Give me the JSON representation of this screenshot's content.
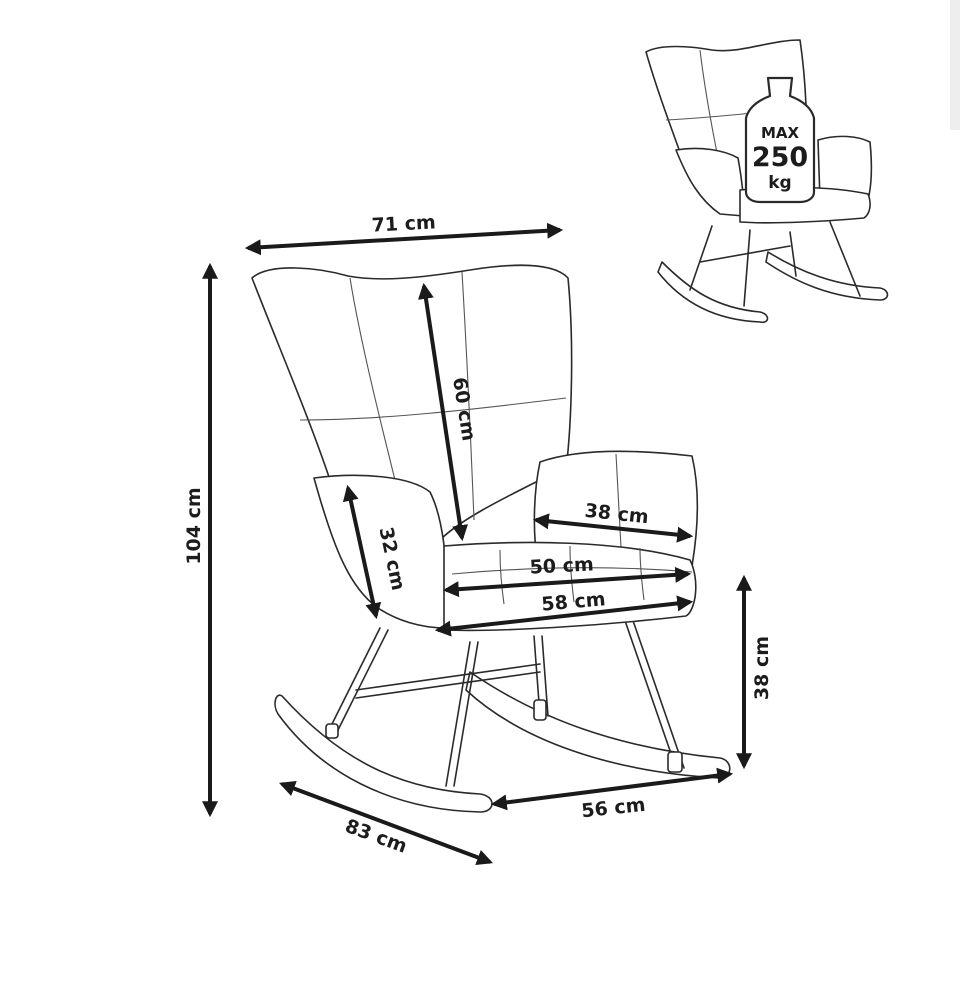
{
  "colors": {
    "ink": "#1a1a1a",
    "line": "#2a2a2a",
    "background": "#ffffff"
  },
  "dimensions": {
    "width_overall": "71 cm",
    "height_overall": "104 cm",
    "backrest_height": "60 cm",
    "armrest_height": "32 cm",
    "armrest_depth": "38 cm",
    "seat_width": "50 cm",
    "seat_depth": "58 cm",
    "seat_height": "38 cm",
    "base_depth": "83 cm",
    "base_width": "56 cm"
  },
  "load_badge": {
    "line1": "MAX",
    "line2": "250",
    "line3": "kg"
  }
}
